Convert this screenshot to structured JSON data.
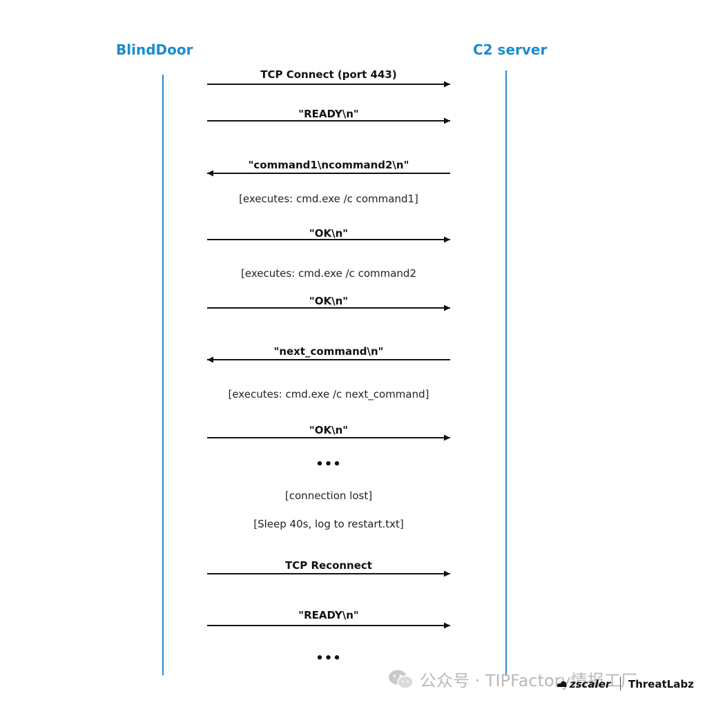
{
  "participants": {
    "left": "BlindDoor",
    "right": "C2 server"
  },
  "messages": [
    {
      "label": "TCP Connect (port 443)",
      "direction": "to-server"
    },
    {
      "label": "\"READY\\n\"",
      "direction": "to-server"
    },
    {
      "label": "\"command1\\ncommand2\\n\"",
      "direction": "to-client"
    },
    {
      "label": "\"OK\\n\"",
      "direction": "to-server"
    },
    {
      "label": "\"OK\\n\"",
      "direction": "to-server"
    },
    {
      "label": "\"next_command\\n\"",
      "direction": "to-client"
    },
    {
      "label": "\"OK\\n\"",
      "direction": "to-server"
    },
    {
      "label": "TCP Reconnect",
      "direction": "to-server"
    },
    {
      "label": "\"READY\\n\"",
      "direction": "to-server"
    }
  ],
  "notes": [
    "[executes: cmd.exe /c command1]",
    "[executes: cmd.exe /c command2",
    "[executes: cmd.exe /c next_command]",
    "[connection lost]",
    "[Sleep 40s, log to restart.txt]"
  ],
  "ellipsis": [
    "•••",
    "•••"
  ],
  "footer": {
    "watermark": "公众号 · TIPFactory情报工厂",
    "brand_left": "zscaler",
    "brand_right": "ThreatLabz"
  },
  "colors": {
    "lifeline": "#2a8bc9",
    "participant_text": "#1a8ccc",
    "arrow": "#111111"
  }
}
